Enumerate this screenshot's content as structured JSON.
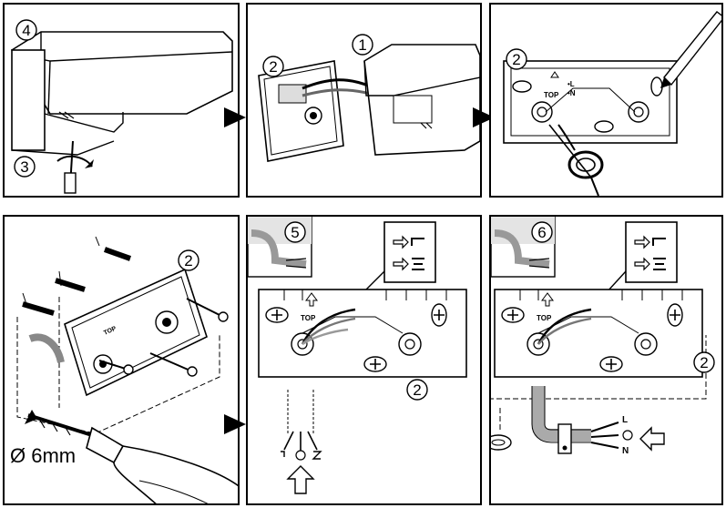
{
  "callouts": {
    "one": "1",
    "two": "2",
    "three": "3",
    "four": "4",
    "five": "5",
    "six": "6"
  },
  "labels": {
    "top": "TOP",
    "l_mark": "•L",
    "n_mark": "•N",
    "drill_size": "Ø 6mm",
    "wire_l": "L",
    "wire_n": "N"
  },
  "colors": {
    "line": "#000000",
    "shade": "#b8b8b8",
    "light_shade": "#dcdcdc",
    "background": "#ffffff"
  }
}
